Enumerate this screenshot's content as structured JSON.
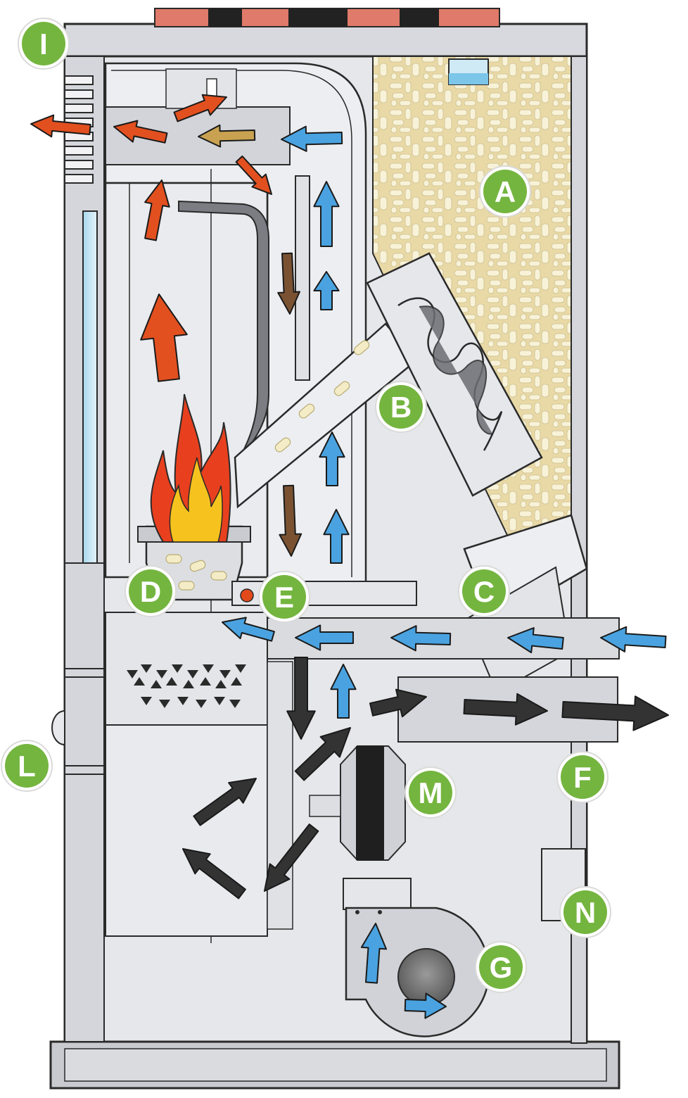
{
  "colors": {
    "body": "#e6e7ea",
    "panel": "#d4d6db",
    "outline": "#2a2a2a",
    "top_vent": "#e07a6a",
    "hot_arrow": "#e2501f",
    "cold_arrow": "#4aa3e0",
    "smoke_arrow": "#333333",
    "down_arrow": "#7a5232",
    "label_bg": "#74b53f",
    "label_text": "#ffffff",
    "pellet": "#f3ecc6",
    "pellet_bg": "#e6d29a",
    "glass": "#bfe3f3",
    "flame_outer": "#e8401e",
    "flame_inner": "#f6c31e"
  },
  "labels": [
    {
      "id": "I",
      "text": "I"
    },
    {
      "id": "A",
      "text": "A"
    },
    {
      "id": "B",
      "text": "B"
    },
    {
      "id": "C",
      "text": "C"
    },
    {
      "id": "D",
      "text": "D"
    },
    {
      "id": "E",
      "text": "E"
    },
    {
      "id": "F",
      "text": "F"
    },
    {
      "id": "G",
      "text": "G"
    },
    {
      "id": "L",
      "text": "L"
    },
    {
      "id": "M",
      "text": "M"
    },
    {
      "id": "N",
      "text": "N"
    }
  ]
}
